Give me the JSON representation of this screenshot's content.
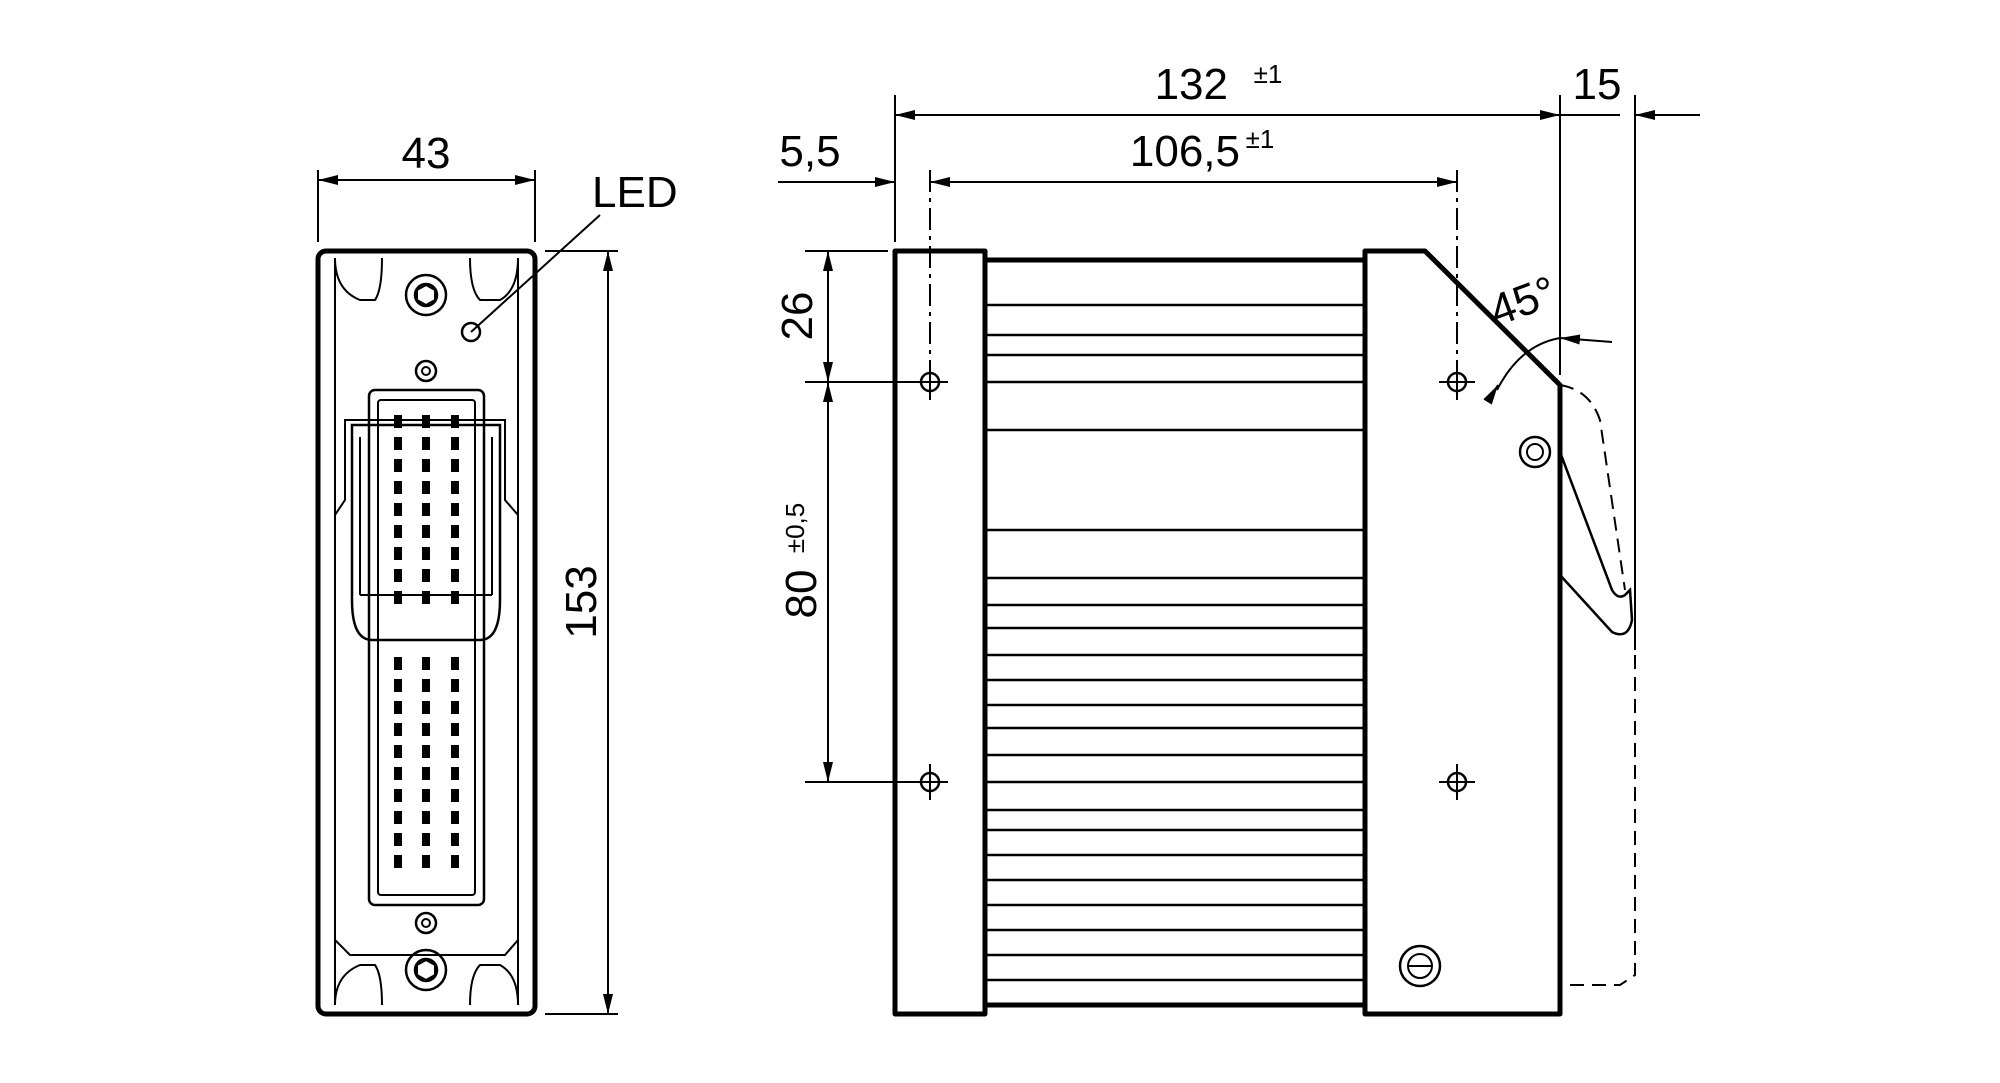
{
  "front_view": {
    "width_label": "43",
    "height_label": "153",
    "led_label": "LED"
  },
  "side_view": {
    "length_label": "132",
    "length_tol": "±1",
    "hole_spacing_label": "106,5",
    "hole_spacing_tol": "±1",
    "offset_label": "5,5",
    "clearance_label": "15",
    "top_hole_label": "26",
    "vertical_hole_label": "80",
    "vertical_hole_tol": "±0,5",
    "angle_label": "45°"
  }
}
